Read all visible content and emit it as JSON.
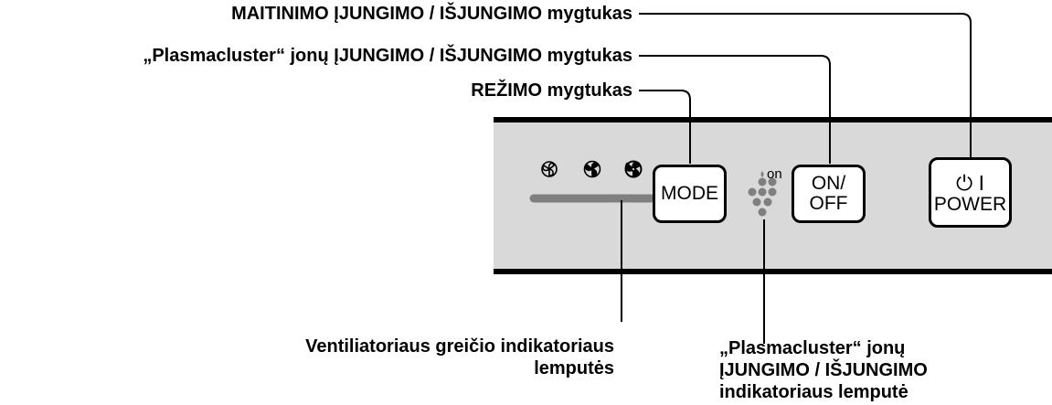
{
  "callouts": {
    "power_button": "MAITINIMO ĮJUNGIMO / IŠJUNGIMO mygtukas",
    "ion_button": "„Plasmacluster“ jonų ĮJUNGIMO / IŠJUNGIMO mygtukas",
    "mode_button": "REŽIMO mygtukas",
    "fan_lamps_line1": "Ventiliatoriaus greičio indikatoriaus",
    "fan_lamps_line2": "lemputės",
    "ion_lamp_line1": "„Plasmacluster“ jonų",
    "ion_lamp_line2": "ĮJUNGIMO / IŠJUNGIMO",
    "ion_lamp_line3": "indikatoriaus lemputė"
  },
  "panel": {
    "mode_label": "MODE",
    "onoff_label": "ON/\nOFF",
    "power_symbol": "⏻ I",
    "power_label": "POWER",
    "ion_indicator_text": "on",
    "fan_icons": [
      "fan-speed-low-icon",
      "fan-speed-medium-icon",
      "fan-speed-high-icon"
    ]
  },
  "colors": {
    "panel_fill": "#d9d9d9",
    "panel_border": "#000000",
    "indicator_gray": "#7f7f7f"
  }
}
